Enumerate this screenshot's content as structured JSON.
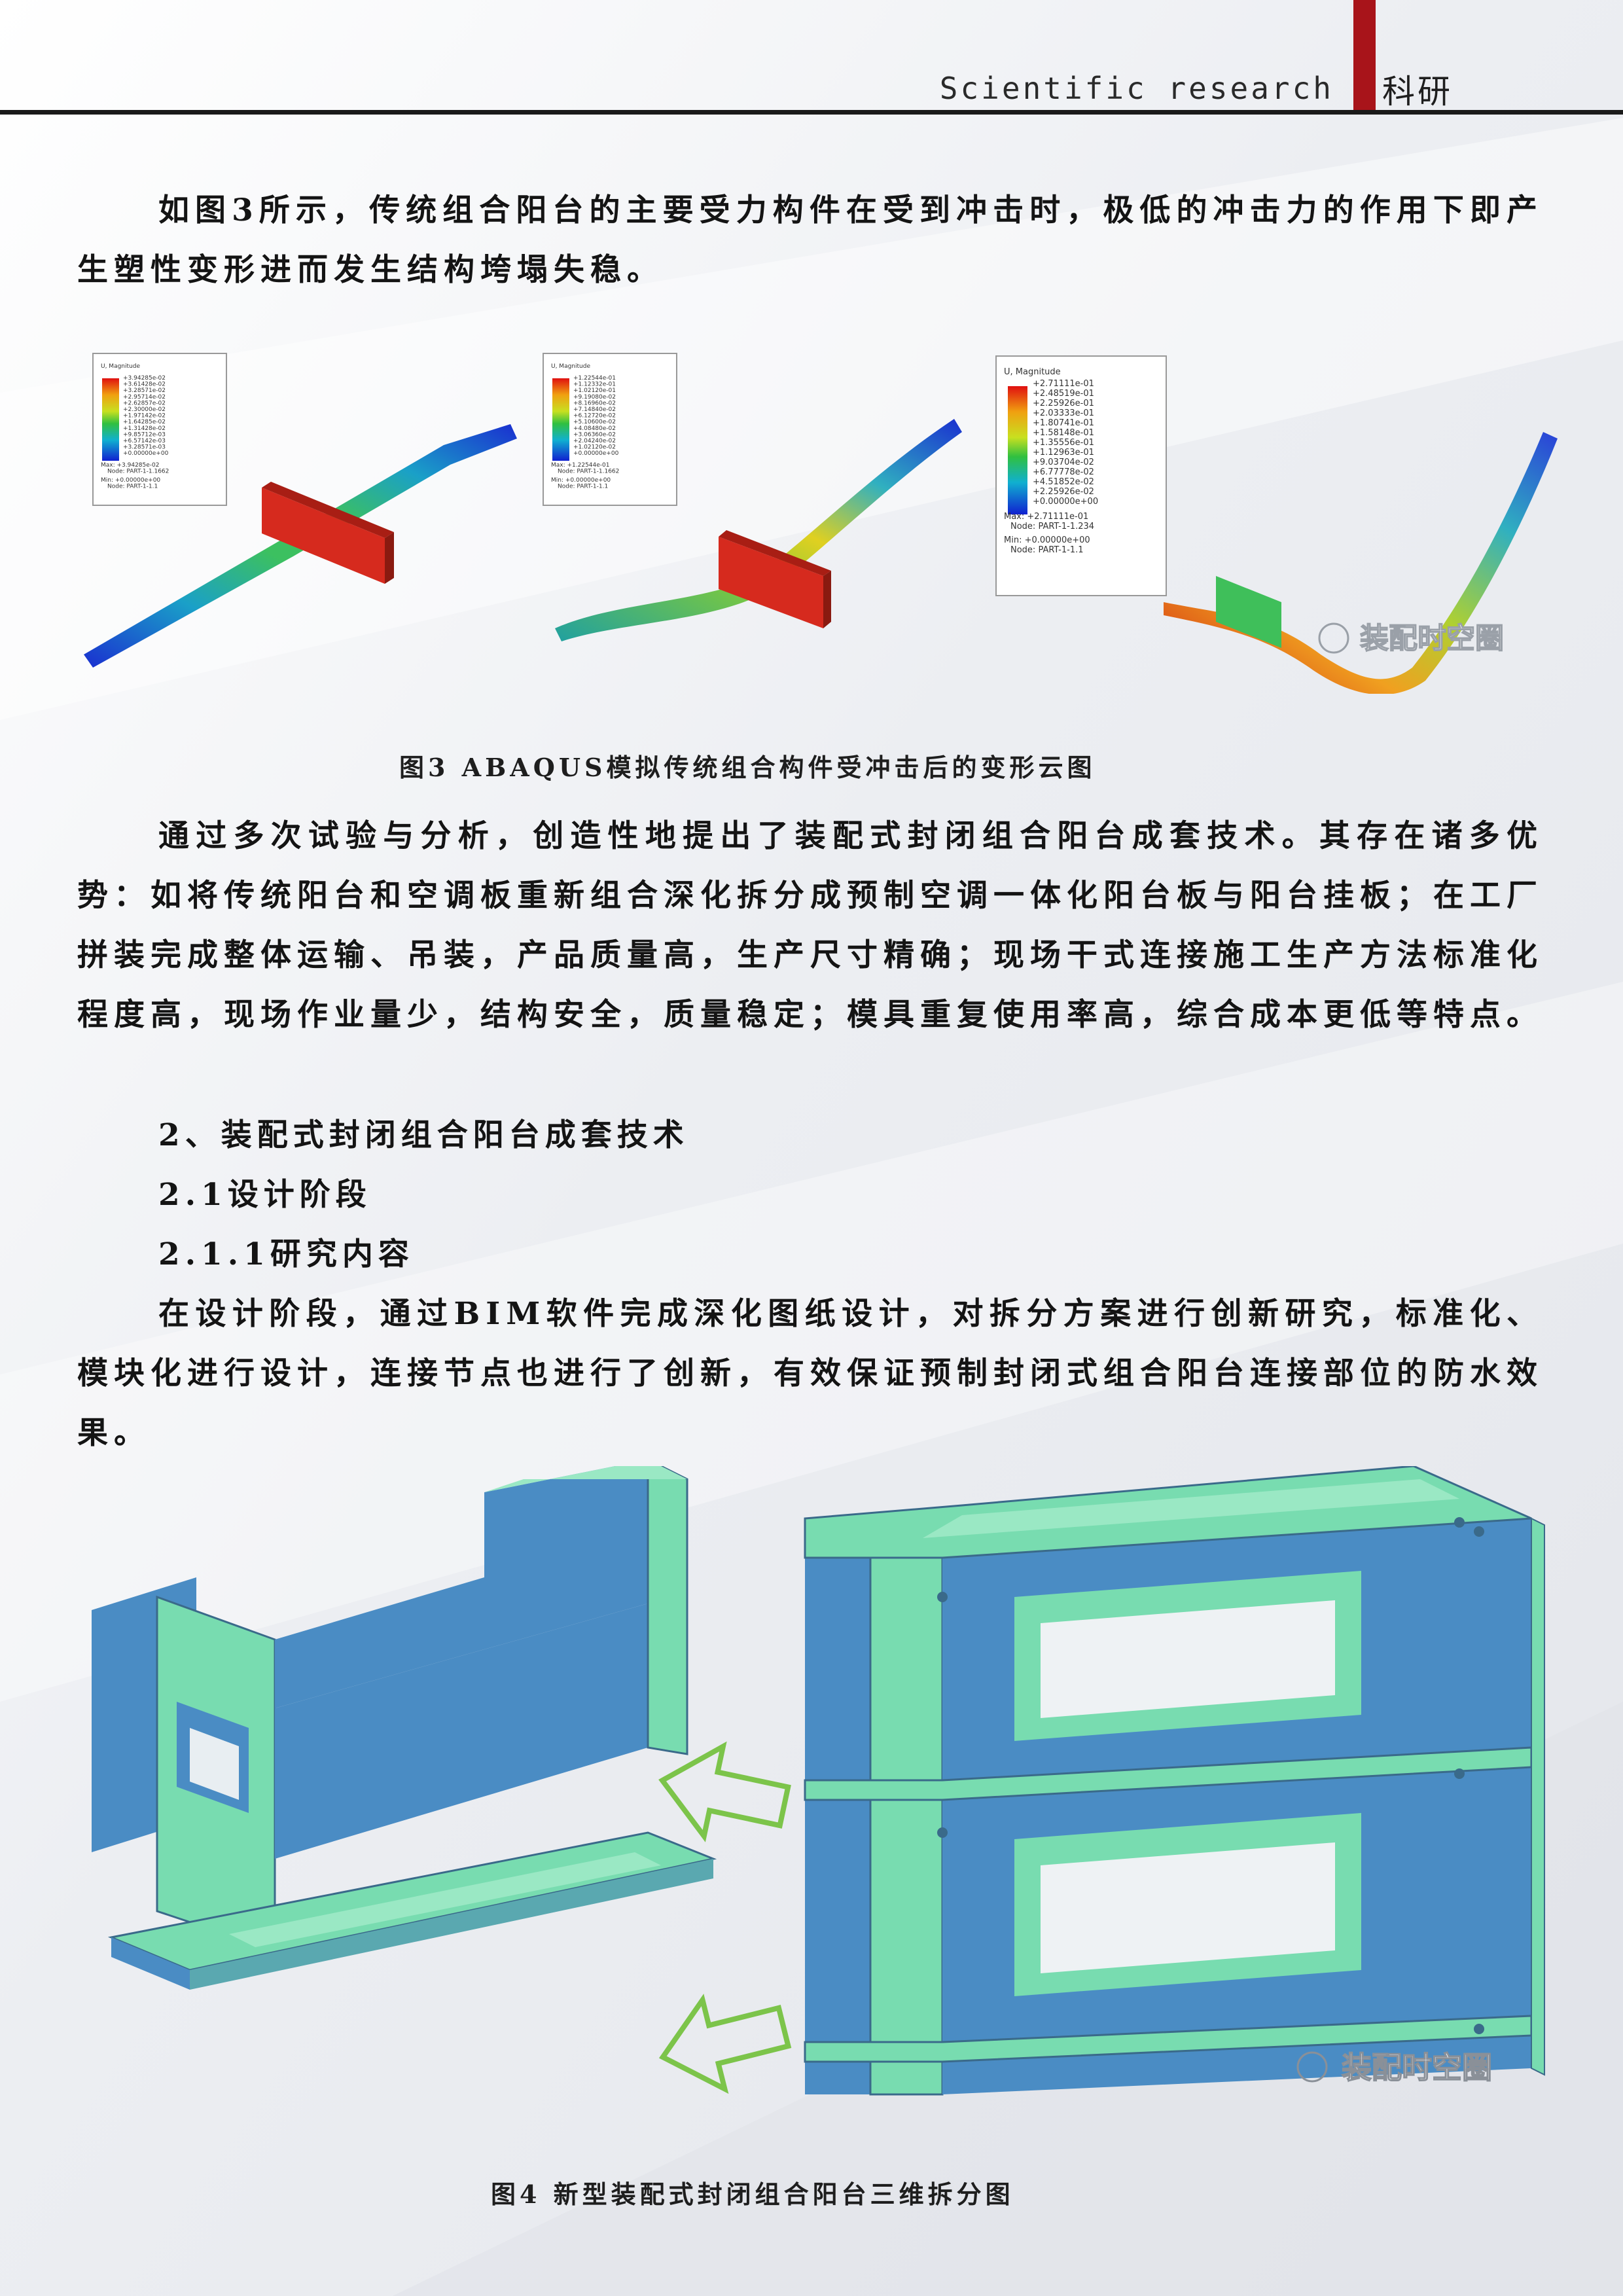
{
  "header": {
    "section_en": "Scientific research",
    "section_cn": "科研"
  },
  "paragraphs": {
    "p1": "如图3所示，传统组合阳台的主要受力构件在受到冲击时，极低的冲击力的作用下即产生塑性变形进而发生结构垮塌失稳。",
    "p2": "通过多次试验与分析，创造性地提出了装配式封闭组合阳台成套技术。其存在诸多优势：如将传统阳台和空调板重新组合深化拆分成预制空调一体化阳台板与阳台挂板；在工厂拼装完成整体运输、吊装，产品质量高，生产尺寸精确；现场干式连接施工生产方法标准化程度高，现场作业量少，结构安全，质量稳定；模具重复使用率高，综合成本更低等特点。",
    "p3": "在设计阶段，通过BIM软件完成深化图纸设计，对拆分方案进行创新研究，标准化、模块化进行设计，连接节点也进行了创新，有效保证预制封闭式组合阳台连接部位的防水效果。"
  },
  "headings": {
    "h2": "2、装配式封闭组合阳台成套技术",
    "h21": "2.1设计阶段",
    "h211": "2.1.1研究内容"
  },
  "figure3": {
    "caption": "图3  ABAQUS模拟传统组合构件受冲击后的变形云图",
    "panels": [
      {
        "legend_title": "U, Magnitude",
        "values": [
          "+3.94285e-02",
          "+3.61428e-02",
          "+3.28571e-02",
          "+2.95714e-02",
          "+2.62857e-02",
          "+2.30000e-02",
          "+1.97142e-02",
          "+1.64285e-02",
          "+1.31428e-02",
          "+9.85712e-03",
          "+6.57142e-03",
          "+3.28571e-03",
          "+0.00000e+00"
        ],
        "max": "Max: +3.94285e-02",
        "max_node": "Node: PART-1-1.1662",
        "min": "Min: +0.00000e+00",
        "min_node": "Node: PART-1-1.1"
      },
      {
        "legend_title": "U, Magnitude",
        "values": [
          "+1.22544e-01",
          "+1.12332e-01",
          "+1.02120e-01",
          "+9.19080e-02",
          "+8.16960e-02",
          "+7.14840e-02",
          "+6.12720e-02",
          "+5.10600e-02",
          "+4.08480e-02",
          "+3.06360e-02",
          "+2.04240e-02",
          "+1.02120e-02",
          "+0.00000e+00"
        ],
        "max": "Max: +1.22544e-01",
        "max_node": "Node: PART-1-1.1662",
        "min": "Min: +0.00000e+00",
        "min_node": "Node: PART-1-1.1"
      },
      {
        "legend_title": "U, Magnitude",
        "values": [
          "+2.71111e-01",
          "+2.48519e-01",
          "+2.25926e-01",
          "+2.03333e-01",
          "+1.80741e-01",
          "+1.58148e-01",
          "+1.35556e-01",
          "+1.12963e-01",
          "+9.03704e-02",
          "+6.77778e-02",
          "+4.51852e-02",
          "+2.25926e-02",
          "+0.00000e+00"
        ],
        "max": "Max: +2.71111e-01",
        "max_node": "Node: PART-1-1.234",
        "min": "Min: +0.00000e+00",
        "min_node": "Node: PART-1-1.1"
      }
    ],
    "watermark": "装配时空圈"
  },
  "figure4": {
    "caption": "图4  新型装配式封闭组合阳台三维拆分图",
    "watermark": "装配时空圈"
  },
  "colors": {
    "accent": "#a8141a",
    "model_face": "#78dcb0",
    "model_side": "#4a8cc4",
    "arrow": "#7cc44a"
  }
}
